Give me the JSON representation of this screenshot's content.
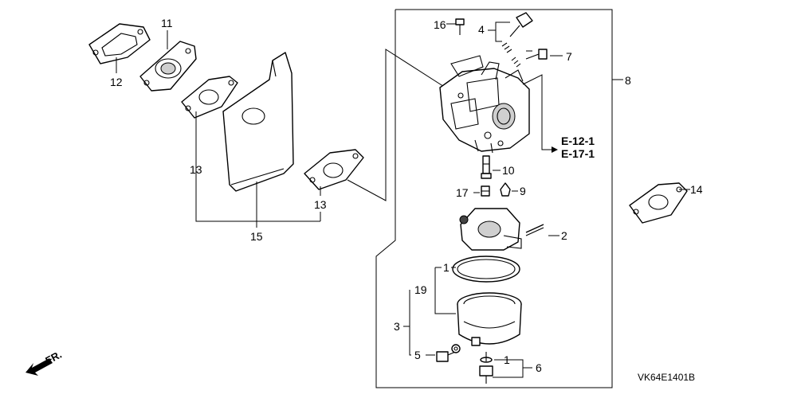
{
  "diagram": {
    "callouts": {
      "p1a": "1",
      "p1b": "1",
      "p2": "2",
      "p3": "3",
      "p4": "4",
      "p5": "5",
      "p6": "6",
      "p7": "7",
      "p8": "8",
      "p9": "9",
      "p10": "10",
      "p11": "11",
      "p12": "12",
      "p13a": "13",
      "p13b": "13",
      "p14": "14",
      "p15": "15",
      "p16": "16",
      "p17": "17",
      "p19": "19"
    },
    "references": [
      "E-12-1",
      "E-17-1"
    ],
    "front_label": "FR.",
    "figure_code": "VK64E1401B"
  }
}
